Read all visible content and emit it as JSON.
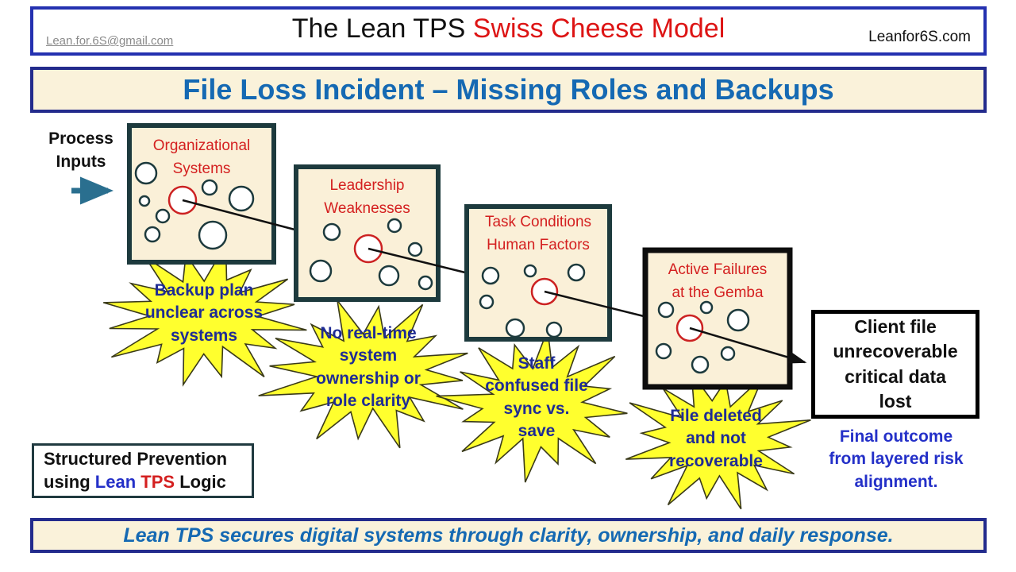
{
  "header": {
    "email": "Lean.for.6S@gmail.com",
    "title_black": "The Lean TPS ",
    "title_red": "Swiss Cheese Model",
    "website": "Leanfor6S.com"
  },
  "title_banner": "File Loss Incident – Missing Roles and Backups",
  "process_inputs": [
    "Process",
    "Inputs"
  ],
  "slices": [
    {
      "label": [
        "Organizational",
        "Systems"
      ]
    },
    {
      "label": [
        "Leadership",
        "Weaknesses"
      ]
    },
    {
      "label": [
        "Task Conditions",
        "Human Factors"
      ]
    },
    {
      "label": [
        "Active Failures",
        "at the Gemba"
      ]
    }
  ],
  "starbursts": [
    {
      "label": [
        "Backup plan",
        "unclear across",
        "systems"
      ]
    },
    {
      "label": [
        "No real-time",
        "system",
        "ownership or",
        "role clarity"
      ]
    },
    {
      "label": [
        "Staff",
        "confused file",
        "sync vs.",
        "save"
      ]
    },
    {
      "label": [
        "File deleted",
        "and not",
        "recoverable"
      ]
    }
  ],
  "outcome": {
    "box": [
      "Client file",
      "unrecoverable",
      "critical data",
      "lost"
    ],
    "caption": [
      "Final outcome",
      "from layered risk",
      "alignment."
    ]
  },
  "prevention": {
    "line1": "Structured Prevention",
    "word_using": "using",
    "word_lean": "Lean",
    "word_tps": "TPS",
    "word_logic": "Logic"
  },
  "footer": "Lean TPS secures digital systems through clarity, ownership, and daily response.",
  "colors": {
    "accent_blue": "#1569b3",
    "navy_border": "#232b8c",
    "red": "#d42020",
    "starburst_yellow": "#ffff2e",
    "cream": "#faf2da",
    "slice_border": "#1d3a3d",
    "link_gray": "#8a8a8a",
    "starburst_text_navy": "#1f2c94",
    "caption_blue": "#2430c8",
    "process_arrow_teal": "#2a6f8f"
  }
}
